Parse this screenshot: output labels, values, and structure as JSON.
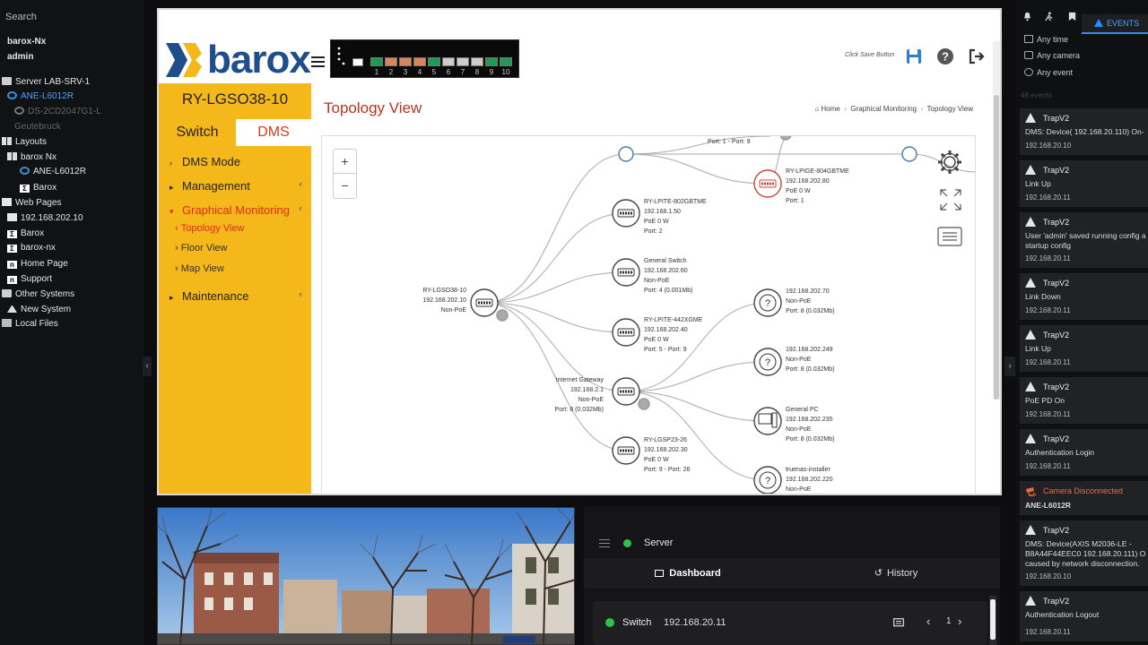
{
  "left_tree": {
    "search": "Search",
    "items": [
      {
        "label": "barox-Nx",
        "icon": "none",
        "style": "bold"
      },
      {
        "label": "admin",
        "icon": "none",
        "style": "bold"
      },
      {
        "label": "Server LAB-SRV-1",
        "icon": "server-icon",
        "style": "normal"
      },
      {
        "label": "ANE-L6012R",
        "icon": "camera-icon",
        "style": "blue"
      },
      {
        "label": "DS-2CD2047G1-L",
        "icon": "camera-icon",
        "style": "gray"
      },
      {
        "label": "Geutebruck",
        "icon": "none",
        "style": "gray"
      },
      {
        "label": "Layouts",
        "icon": "layout-icon",
        "style": "normal"
      },
      {
        "label": "barox Nx",
        "icon": "layout-icon",
        "style": "normal"
      },
      {
        "label": "ANE-L6012R",
        "icon": "camera-icon",
        "style": "normal"
      },
      {
        "label": "Barox",
        "icon": "page-icon",
        "style": "normal"
      },
      {
        "label": "Web Pages",
        "icon": "web-icon",
        "style": "normal"
      },
      {
        "label": "192.168.202.10",
        "icon": "web-icon",
        "style": "normal"
      },
      {
        "label": "Barox",
        "icon": "page-icon",
        "style": "normal"
      },
      {
        "label": "barox-nx",
        "icon": "page-icon",
        "style": "normal"
      },
      {
        "label": "Home Page",
        "icon": "n-icon",
        "style": "normal"
      },
      {
        "label": "Support",
        "icon": "n-icon",
        "style": "normal"
      },
      {
        "label": "Other Systems",
        "icon": "systems-icon",
        "style": "normal"
      },
      {
        "label": "New System",
        "icon": "up-icon",
        "style": "normal"
      },
      {
        "label": "Local Files",
        "icon": "file-icon",
        "style": "normal"
      }
    ]
  },
  "switch_page": {
    "logo_text": "barox",
    "ports": [
      "1",
      "2",
      "3",
      "4",
      "5",
      "6",
      "7",
      "8",
      "9",
      "10"
    ],
    "port_colors": [
      "#1f9a55",
      "#d9845a",
      "#d9845a",
      "#d9845a",
      "#1f9a55",
      "#cccccc",
      "#cccccc",
      "#cccccc",
      "#1f9a55",
      "#1f9a55"
    ],
    "save_hint": "Click Save Button",
    "model": "RY-LGSO38-10",
    "tabs": [
      "Switch",
      "DMS"
    ],
    "menu": {
      "dms_mode": "DMS Mode",
      "management": "Management",
      "graphical_monitoring": "Graphical Monitoring",
      "topology_view": "Topology View",
      "floor_view": "Floor View",
      "map_view": "Map View",
      "maintenance": "Maintenance"
    },
    "page_title": "Topology View",
    "breadcrumb": {
      "home": "Home",
      "section": "Graphical Monitoring",
      "current": "Topology View"
    },
    "zoom_in": "+",
    "zoom_out": "−"
  },
  "topology": {
    "nodes": [
      {
        "lines": [
          "RY-LGSO38-10",
          "192.168.202.10",
          "Non-PoE"
        ]
      },
      {
        "lines": [
          "Port: 1 - Port: 9"
        ]
      },
      {
        "lines": [
          "RY-LPIGE-804GBTME",
          "192.168.202.80",
          "PoE 0 W",
          "Port: 1"
        ]
      },
      {
        "lines": [
          "RY-LPITE-802GBTME",
          "192.168.1.50",
          "PoE 0 W",
          "Port: 2"
        ]
      },
      {
        "lines": [
          "General Switch",
          "192.168.202.60",
          "Non-PoE",
          "Port: 4 (0.001Mb)"
        ]
      },
      {
        "lines": [
          "RY-LPITE-442XGME",
          "192.168.202.40",
          "PoE 0 W",
          "Port: 5 - Port: 9"
        ]
      },
      {
        "lines": [
          "Internet Gateway",
          "192.168.2.1",
          "Non-PoE",
          "Port: 8 (0.032Mb)"
        ]
      },
      {
        "lines": [
          "RY-LGSP23-26",
          "192.168.202.30",
          "PoE 0 W",
          "Port: 9 - Port: 26"
        ]
      },
      {
        "lines": [
          "192.168.202.70",
          "Non-PoE",
          "Port: 8 (0.032Mb)"
        ]
      },
      {
        "lines": [
          "192.168.202.249",
          "Non-PoE",
          "Port: 8 (0.032Mb)"
        ]
      },
      {
        "lines": [
          "General PC",
          "192.168.202.235",
          "Non-PoE",
          "Port: 8 (0.032Mb)"
        ]
      },
      {
        "lines": [
          "truenas-installer",
          "192.168.202.220",
          "Non-PoE"
        ]
      }
    ]
  },
  "server_panel": {
    "title": "Server",
    "tabs": [
      "Dashboard",
      "History"
    ],
    "row_label": "Switch",
    "row_ip": "192.168.20.11",
    "page": "1"
  },
  "events": {
    "tab": "EVENTS",
    "filters": [
      "Any time",
      "Any camera",
      "Any event"
    ],
    "count": "48 events",
    "cards": [
      {
        "type": "TrapV2",
        "desc": "DMS: Device( 192.168.20.110) On-",
        "ip": "192.168.20.10",
        "kind": "warn"
      },
      {
        "type": "TrapV2",
        "desc": "Link Up",
        "ip": "192.168.20.11",
        "kind": "warn"
      },
      {
        "type": "TrapV2",
        "desc": "User 'admin' saved running config a startup config",
        "ip": "192.168.20.11",
        "kind": "warn"
      },
      {
        "type": "TrapV2",
        "desc": "Link Down",
        "ip": "192.168.20.11",
        "kind": "warn"
      },
      {
        "type": "TrapV2",
        "desc": "Link Up",
        "ip": "192.168.20.11",
        "kind": "warn"
      },
      {
        "type": "TrapV2",
        "desc": "PoE PD On",
        "ip": "192.168.20.11",
        "kind": "warn"
      },
      {
        "type": "TrapV2",
        "desc": "Authentication Login",
        "ip": "192.168.20.11",
        "kind": "warn"
      },
      {
        "type": "Camera Disconnected",
        "desc": "ANE-L6012R",
        "ip": "",
        "kind": "camera"
      },
      {
        "type": "TrapV2",
        "desc": "DMS: Device(AXIS M2036-LE - B8A44F44EEC0 192.168.20.111) O caused by network disconnection.",
        "ip": "192.168.20.10",
        "kind": "warn"
      },
      {
        "type": "TrapV2",
        "desc": "Authentication Logout",
        "ip": "192.168.20.11",
        "kind": "warn"
      }
    ]
  },
  "colors": {
    "accent": "#2a8cff",
    "barox_orange": "#f5b81a",
    "barox_red": "#b8351c",
    "online": "#2ec24b"
  }
}
